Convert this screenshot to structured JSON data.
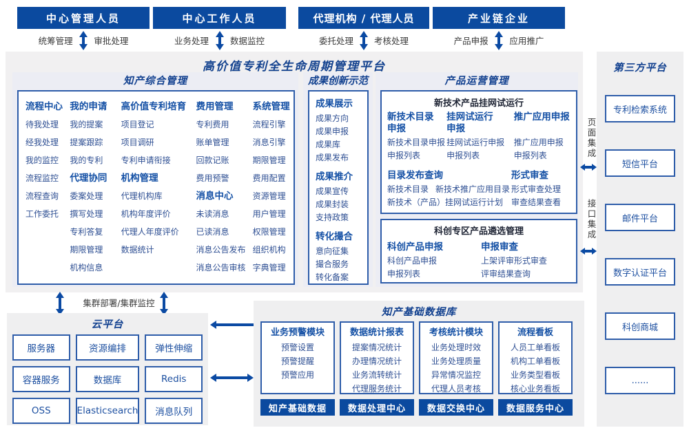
{
  "colors": {
    "primary": "#0b4a9f",
    "heading": "#1450a5",
    "item": "#2e4f93",
    "border": "#2d5ca9",
    "panel": "#f1f0f1",
    "section_panel": "#ecedf4",
    "dark_title": "#1d2333",
    "label": "#3a3a3a"
  },
  "actors": [
    {
      "title": "中心管理人员",
      "left_label": "统筹管理",
      "right_label": "审批处理"
    },
    {
      "title": "中心工作人员",
      "left_label": "业务处理",
      "right_label": "数据监控"
    },
    {
      "title": "代理机构 / 代理人员",
      "left_label": "委托处理",
      "right_label": "考核处理"
    },
    {
      "title": "产业链企业",
      "left_label": "产品申报",
      "right_label": "应用推广"
    }
  ],
  "platform_title": "高价值专利全生命周期管理平台",
  "ip": {
    "title": "知产综合管理",
    "cols": [
      {
        "g": [
          {
            "h": "流程中心",
            "items": [
              "待我处理",
              "经我处理",
              "我的监控",
              "流程监控",
              "流程查询",
              "工作委托"
            ]
          }
        ]
      },
      {
        "g": [
          {
            "h": "我的申请",
            "items": [
              "我的提案",
              "提案跟踪",
              "我的专利"
            ]
          },
          {
            "h": "代理协同",
            "items": [
              "委案处理",
              "撰写处理",
              "专利答复",
              "期限管理",
              "机构信息"
            ]
          }
        ]
      },
      {
        "g": [
          {
            "h": "高价值专利培育",
            "items": [
              "项目登记",
              "项目调研",
              "专利申请衔接"
            ]
          },
          {
            "h": "机构管理",
            "items": [
              "代理机构库",
              "机构年度评价",
              "代理人年度评价",
              "数据统计"
            ]
          }
        ]
      },
      {
        "g": [
          {
            "h": "费用管理",
            "items": [
              "专利费用",
              "账单管理",
              "回款记账",
              "费用预警"
            ]
          },
          {
            "h": "消息中心",
            "items": [
              "未读消息",
              "已读消息",
              "消息公告发布",
              "消息公告审核"
            ]
          }
        ]
      },
      {
        "g": [
          {
            "h": "系统管理",
            "items": [
              "流程引擎",
              "消息引擎",
              "期限管理",
              "费用配置",
              "资源管理",
              "用户管理",
              "权限管理",
              "组织机构",
              "字典管理"
            ]
          }
        ]
      }
    ]
  },
  "ach": {
    "title": "成果创新示范",
    "groups": [
      {
        "h": "成果展示",
        "items": [
          "成果方向",
          "成果申报",
          "成果库",
          "成果发布"
        ]
      },
      {
        "h": "成果推介",
        "items": [
          "成果宣传",
          "成果封装",
          "支持政策"
        ]
      },
      {
        "h": "转化撮合",
        "items": [
          "意向征集",
          "撮合服务",
          "转化备案"
        ]
      }
    ]
  },
  "ops": {
    "title": "产品运营管理",
    "box1": {
      "title": "新技术产品挂网试运行",
      "cols": [
        {
          "h": "新技术目录申报",
          "items": [
            "新技术目录申报",
            "申报列表"
          ]
        },
        {
          "h": "挂网试运行申报",
          "items": [
            "挂网试运行申报",
            "申报列表"
          ]
        },
        {
          "h": "推广应用申报",
          "items": [
            "推广应用申报",
            "申报列表"
          ]
        }
      ],
      "catalog": {
        "h": "目录发布查询",
        "items": [
          "新技术目录",
          "新技术推广应用目录",
          "新技术（产品）挂网试运行计划"
        ]
      },
      "review": {
        "h": "形式审查",
        "items": [
          "形式审查处理",
          "审查结果查看"
        ]
      }
    },
    "box2": {
      "title": "科创专区产品遴选管理",
      "cols": [
        {
          "h": "科创产品申报",
          "items": [
            "科创产品申报",
            "申报列表"
          ]
        },
        {
          "h": "申报审查",
          "items": [
            "上架评审形式审查",
            "评审结果查询"
          ]
        }
      ]
    }
  },
  "integration": {
    "page": "页面集成",
    "api": "接口集成"
  },
  "third_party": {
    "title": "第三方平台",
    "items": [
      "专利检索系统",
      "短信平台",
      "邮件平台",
      "数字认证平台",
      "科创商城",
      "......"
    ]
  },
  "cluster_label": "集群部署/集群监控",
  "cloud": {
    "title": "云平台",
    "items": [
      "服务器",
      "资源编排",
      "弹性伸缩",
      "容器服务",
      "数据库",
      "Redis",
      "OSS",
      "Elasticsearch",
      "消息队列"
    ]
  },
  "db": {
    "title": "知产基础数据库",
    "cols": [
      {
        "h": "业务预警模块",
        "items": [
          "预警设置",
          "预警提醒",
          "预警应用"
        ],
        "bar": "知产基础数据"
      },
      {
        "h": "数据统计报表",
        "items": [
          "提案情况统计",
          "办理情况统计",
          "业务流转统计",
          "代理服务统计"
        ],
        "bar": "数据处理中心"
      },
      {
        "h": "考核统计模块",
        "items": [
          "业务处理时效",
          "业务处理质量",
          "异常情况监控",
          "代理人员考核"
        ],
        "bar": "数据交换中心"
      },
      {
        "h": "流程看板",
        "items": [
          "人员工单看板",
          "机构工单看板",
          "业务类型看板",
          "核心业务看板"
        ],
        "bar": "数据服务中心"
      }
    ]
  }
}
